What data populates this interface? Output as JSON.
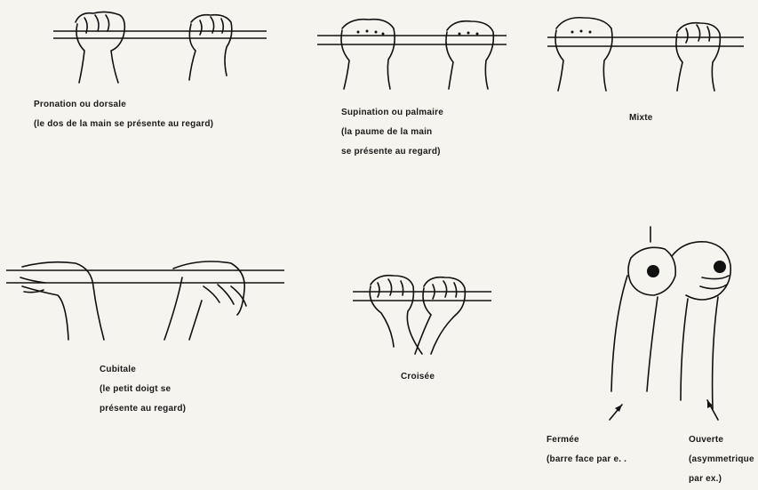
{
  "grips": [
    {
      "lines": [
        "Pronation ou dorsale",
        "(le dos de la main se présente au regard)"
      ]
    },
    {
      "lines": [
        "Supination ou palmaire",
        "(la paume de la main",
        "se présente au regard)"
      ]
    },
    {
      "lines": [
        "Mixte"
      ]
    },
    {
      "lines": [
        "Cubitale",
        "(le petit doigt se",
        "présente au regard)"
      ]
    },
    {
      "lines": [
        "Croisée"
      ]
    },
    {
      "lines": [
        "Fermée",
        "(barre face par e. ."
      ]
    },
    {
      "lines": [
        "Ouverte",
        "(asymmetrique",
        "par ex.)"
      ]
    }
  ],
  "colors": {
    "ink": "#111111",
    "paper": "#f6f4ef"
  }
}
